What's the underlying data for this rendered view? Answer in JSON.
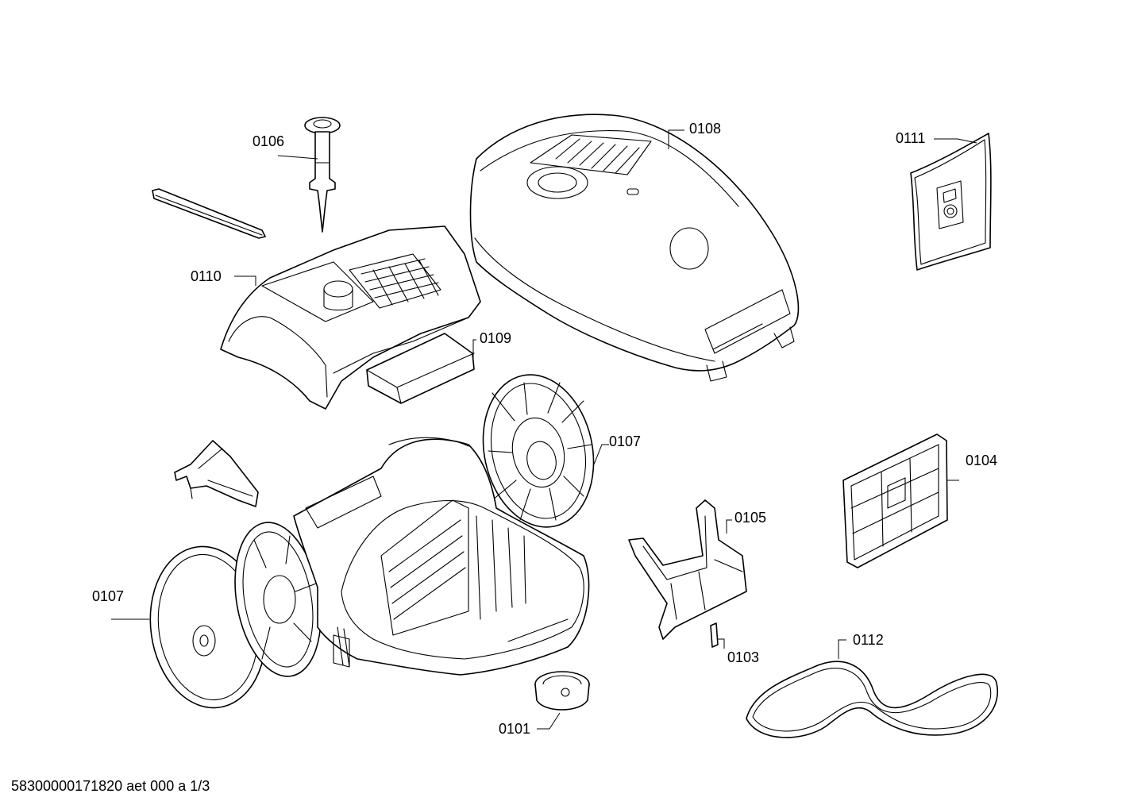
{
  "callouts": {
    "p0101": "0101",
    "p0103": "0103",
    "p0104": "0104",
    "p0105": "0105",
    "p0106": "0106",
    "p0107a": "0107",
    "p0107b": "0107",
    "p0108": "0108",
    "p0109": "0109",
    "p0110": "0110",
    "p0111": "0111",
    "p0112": "0112"
  },
  "footer": {
    "drawing_id": "58300000171820 aet 000 a 1/3"
  },
  "colors": {
    "line": "#000000",
    "background": "#ffffff"
  }
}
